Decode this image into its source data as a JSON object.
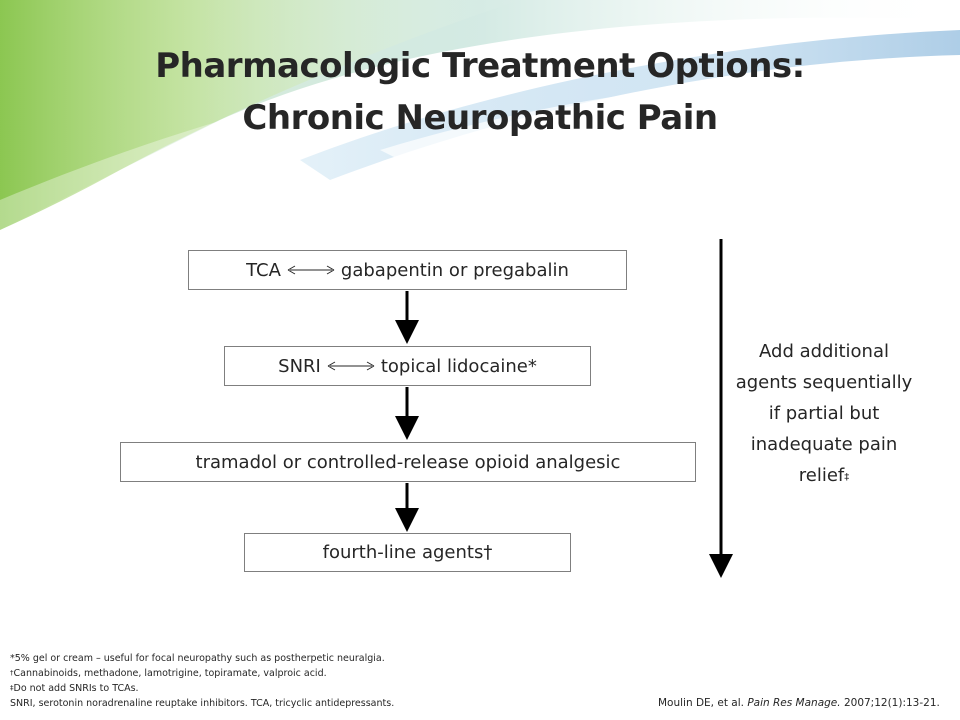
{
  "slide": {
    "title_line1": "Pharmacologic Treatment Options:",
    "title_line2": "Chronic Neuropathic Pain"
  },
  "flow": {
    "step1": {
      "left": "TCA",
      "right": "gabapentin or pregabalin"
    },
    "step2": {
      "left": "SNRI",
      "right": "topical lidocaine*"
    },
    "step3": {
      "label": "tramadol or controlled-release opioid analgesic"
    },
    "step4": {
      "label": "fourth-line agents†"
    }
  },
  "side_note": {
    "line1": "Add additional",
    "line2": "agents sequentially",
    "line3": "if partial but",
    "line4": "inadequate pain",
    "line5": "relief",
    "mark": "‡"
  },
  "footnotes": {
    "note1": "*5% gel or cream – useful for focal neuropathy such as postherpetic neuralgia.",
    "note2_mark": "†",
    "note2": "Cannabinoids, methadone, lamotrigine, topiramate, valproic acid.",
    "note3_mark": "‡",
    "note3": "Do not add SNRIs to TCAs.",
    "note4": "SNRI, serotonin noradrenaline reuptake inhibitors. TCA, tricyclic antidepressants."
  },
  "citation": {
    "authors": "Moulin DE, et al.",
    "journal": "Pain Res Manage.",
    "details": "2007;12(1):13-21."
  },
  "colors": {
    "text": "#262626",
    "box_border": "#7f7f7f",
    "swoosh_green": "#8cc63f",
    "swoosh_blue": "#4a90c8"
  }
}
